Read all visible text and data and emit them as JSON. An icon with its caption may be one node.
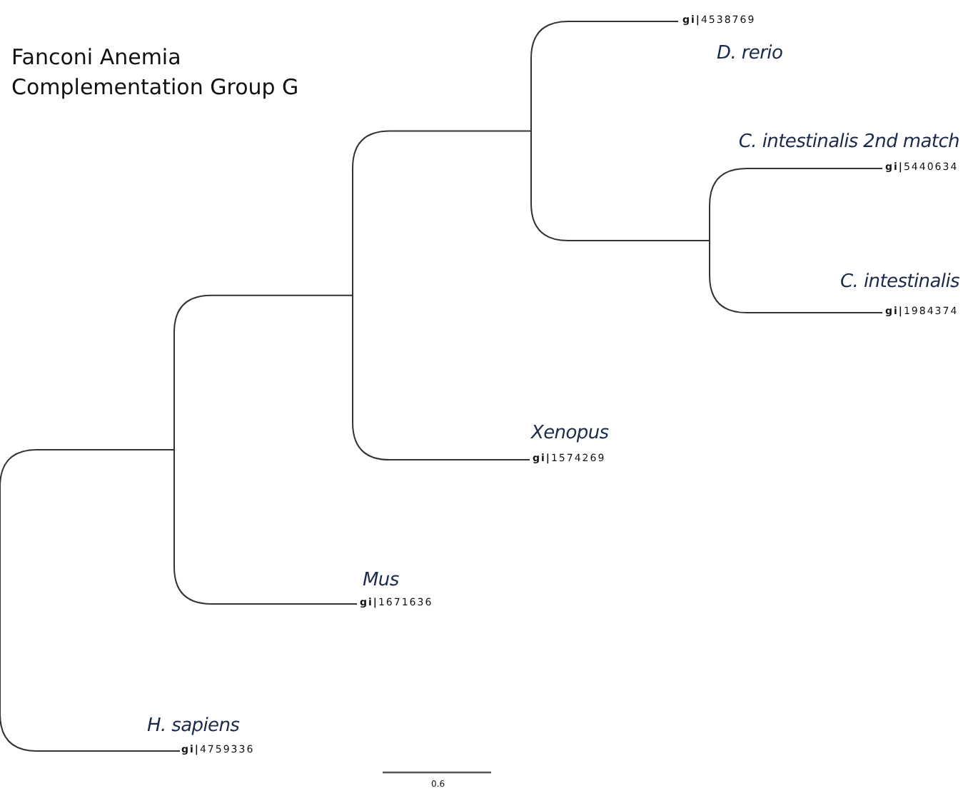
{
  "diagram": {
    "title": "Fanconi Anemia Complementation Group G",
    "labels": [
      "**gi|**4538769",
      "D. rerio",
      "C. intestinalis 2nd match",
      "**gi|**5440634",
      "C. intestinalis",
      "**gi|**1984374",
      "Xenopus",
      "**gi|**1574269",
      "Mus",
      "**gi|**1671636",
      "H. sapiens",
      "**gi|**4759336",
      "0.6"
    ]
  }
}
